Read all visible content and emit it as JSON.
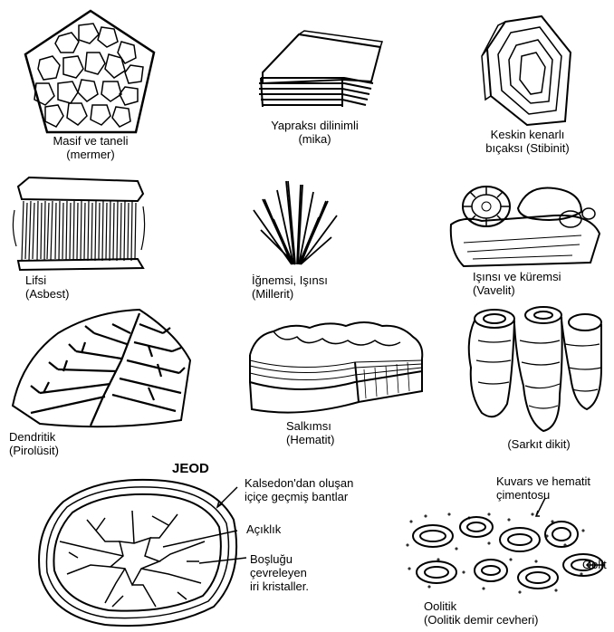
{
  "specimens": [
    {
      "id": "masif",
      "line1": "Masif ve taneli",
      "line2": "(mermer)"
    },
    {
      "id": "yaprak",
      "line1": "Yapraksı dilinimli",
      "line2": "(mika)"
    },
    {
      "id": "keskin",
      "line1": "Keskin kenarlı",
      "line2": "bıçaksı (Stibinit)"
    },
    {
      "id": "lifsi",
      "line1": "Lifsi",
      "line2": "(Asbest)"
    },
    {
      "id": "igne",
      "line1": "İğnemsi, Işınsı",
      "line2": "(Millerit)"
    },
    {
      "id": "isinsi",
      "line1": "Işınsı ve küremsi",
      "line2": "(Vavelit)"
    },
    {
      "id": "dendritik",
      "line1": "Dendritik",
      "line2": "(Pirolüsit)"
    },
    {
      "id": "salkim",
      "line1": "Salkımsı",
      "line2": "(Hematit)"
    },
    {
      "id": "sarkit",
      "line1": "(Sarkıt dikit)",
      "line2": ""
    }
  ],
  "geode": {
    "title": "JEOD",
    "bands_label": [
      "Kalsedon'dan oluşan",
      "içiçe geçmiş bantlar"
    ],
    "opening_label": "Açıklık",
    "crystals_label": [
      "Boşluğu",
      "çevreleyen",
      "iri kristaller."
    ]
  },
  "oolitic": {
    "cement_label": [
      "Kuvars ve hematit",
      "çimentosu"
    ],
    "oolite_label": "Oolit",
    "caption": [
      "Oolitik",
      "(Oolitik demir cevheri)"
    ]
  }
}
